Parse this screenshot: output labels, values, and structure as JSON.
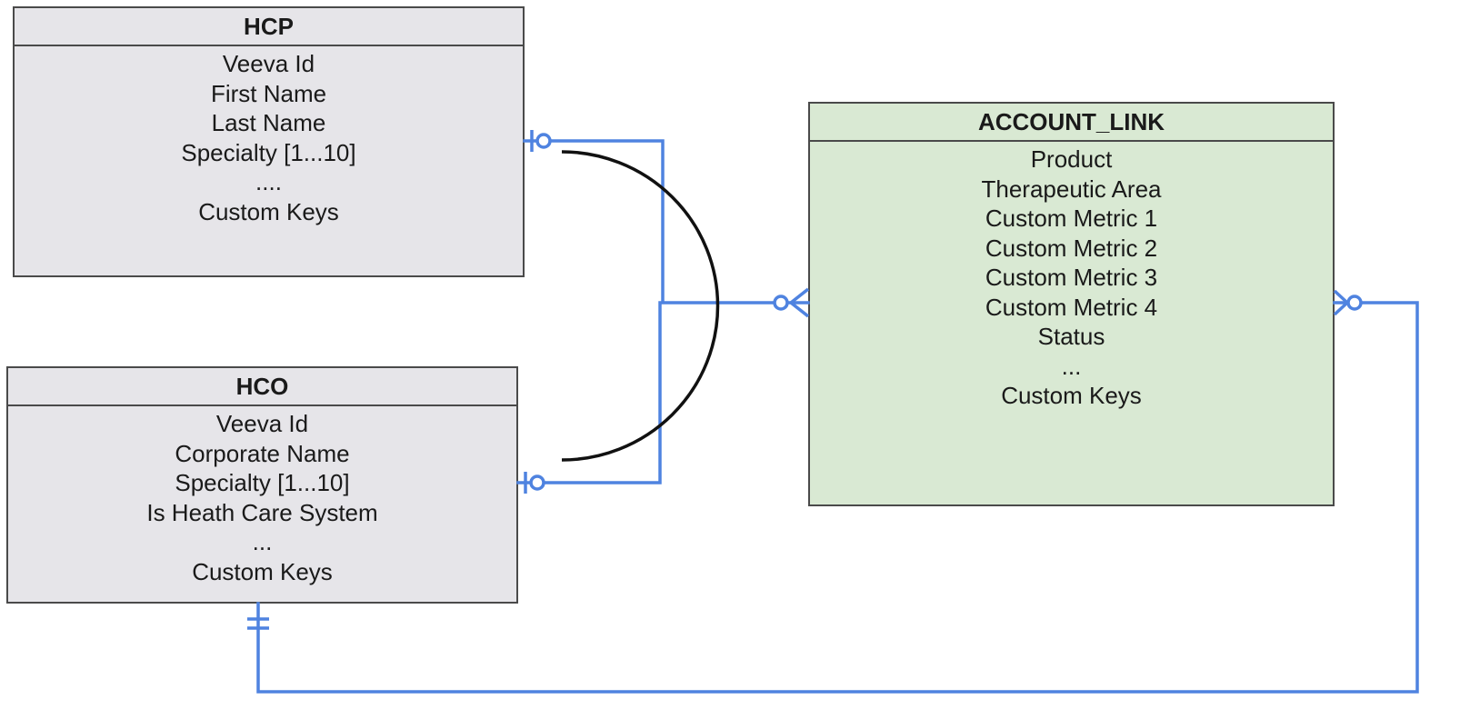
{
  "entities": {
    "hcp": {
      "title": "HCP",
      "fields": [
        "Veeva Id",
        "First Name",
        "Last Name",
        "Specialty [1...10]",
        "....",
        "Custom Keys"
      ]
    },
    "hco": {
      "title": "HCO",
      "fields": [
        "Veeva Id",
        "Corporate Name",
        "Specialty [1...10]",
        "Is Heath Care System",
        "...",
        "Custom Keys"
      ]
    },
    "account_link": {
      "title": "ACCOUNT_LINK",
      "fields": [
        "Product",
        "Therapeutic Area",
        "Custom Metric 1",
        "Custom Metric 2",
        "Custom Metric 3",
        "Custom Metric 4",
        "Status",
        "...",
        "Custom Keys"
      ]
    }
  },
  "relationships": [
    {
      "from": "HCP",
      "to": "ACCOUNT_LINK",
      "from_cardinality": "zero-or-one",
      "to_cardinality": "zero-or-many"
    },
    {
      "from": "HCO",
      "to": "ACCOUNT_LINK",
      "from_cardinality": "zero-or-one",
      "to_cardinality": "zero-or-many"
    },
    {
      "from": "ACCOUNT_LINK",
      "to": "HCO",
      "from_cardinality": "zero-or-many",
      "to_cardinality": "exactly-one"
    }
  ],
  "exclusive_arc": {
    "between": [
      "HCP",
      "HCO"
    ]
  },
  "colors": {
    "entity_fill": "#e6e5e9",
    "account_link_fill": "#d9e9d3",
    "border": "#4a4a4a",
    "connector": "#4f83e0",
    "arc": "#111111"
  }
}
